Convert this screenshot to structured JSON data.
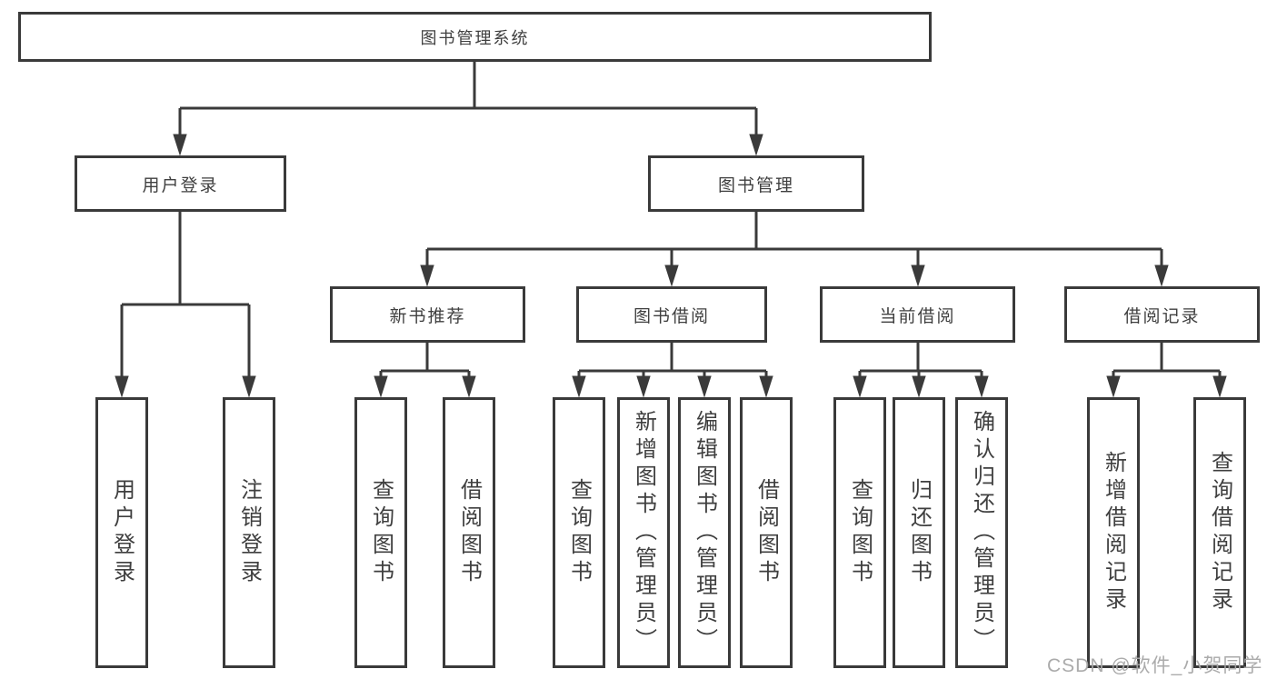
{
  "diagram": {
    "title": "图书管理系统",
    "level2": [
      {
        "label": "用户登录",
        "leaves": [
          "用户登录",
          "注销登录"
        ]
      },
      {
        "label": "图书管理",
        "sections": [
          {
            "label": "新书推荐",
            "leaves": [
              "查询图书",
              "借阅图书"
            ]
          },
          {
            "label": "图书借阅",
            "leaves": [
              "查询图书",
              "新增图书（管理员）",
              "编辑图书（管理员）",
              "借阅图书"
            ]
          },
          {
            "label": "当前借阅",
            "leaves": [
              "查询图书",
              "归还图书",
              "确认归还（管理员）"
            ]
          },
          {
            "label": "借阅记录",
            "leaves": [
              "新增借阅记录",
              "查询借阅记录"
            ]
          }
        ]
      }
    ]
  },
  "watermark": "CSDN @软件_小贺同学",
  "colors": {
    "line": "#3a3a3a",
    "text": "#3f3f3f",
    "watermark": "#a6a6a6",
    "background": "#ffffff"
  }
}
